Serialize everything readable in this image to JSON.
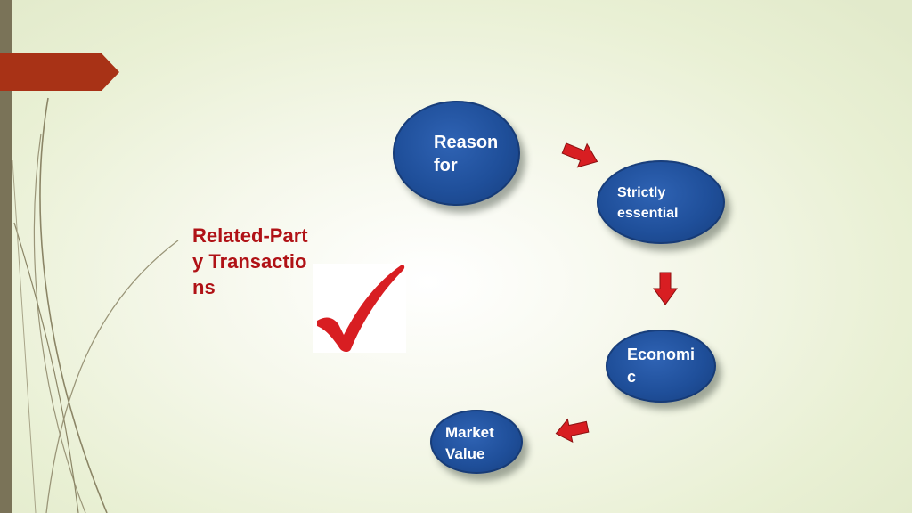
{
  "slide": {
    "title": "Related-Party Transactions",
    "colors": {
      "title": "#b01216",
      "node_fill": "#1f4f9a",
      "arrow": "#d81e22",
      "ribbon": "#a83216",
      "side_bar": "#7a7358"
    }
  },
  "diagram": {
    "nodes": [
      {
        "id": "reason",
        "label": "Reason for"
      },
      {
        "id": "strictly",
        "label": "Strictly essential"
      },
      {
        "id": "economic",
        "label": "Economic"
      },
      {
        "id": "market",
        "label": "Market Value"
      }
    ],
    "flow": [
      "reason",
      "strictly",
      "economic",
      "market"
    ]
  },
  "icons": [
    "checkmark-icon",
    "arrow-right-icon",
    "arrow-down-icon",
    "arrow-left-icon"
  ]
}
